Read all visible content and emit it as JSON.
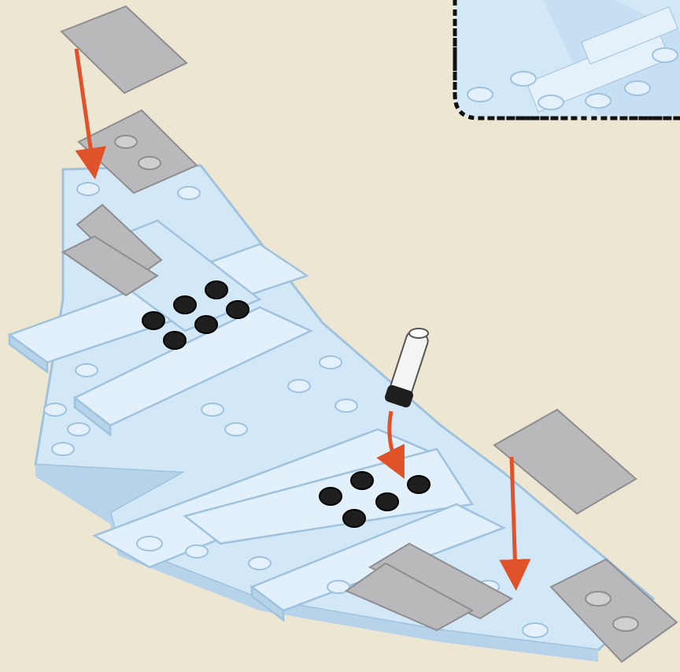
{
  "scene": {
    "type": "building-instruction-step",
    "colors": {
      "background": "#ede6d3",
      "plate": "#d3e8f7",
      "plate_edge": "#9fc2de",
      "plate_shadow": "#b6d3ea",
      "tile_gray": "#b9b9bb",
      "tile_gray_dark": "#8e8e91",
      "stud_black": "#1f1f1f",
      "arrow": "#e0522a",
      "callout_border": "#111111",
      "bar_white": "#f4f4f4"
    },
    "parts_added": [
      {
        "id": "tile-2x3-left",
        "color": "gray",
        "action": "placed-by-arrow"
      },
      {
        "id": "tile-2x3-right",
        "color": "gray",
        "action": "placed-by-arrow"
      },
      {
        "id": "bar-holder",
        "color": "white",
        "action": "placed-by-arrow"
      }
    ],
    "callout": {
      "style": "dashed",
      "position": "top-right"
    },
    "arrows": 3
  }
}
